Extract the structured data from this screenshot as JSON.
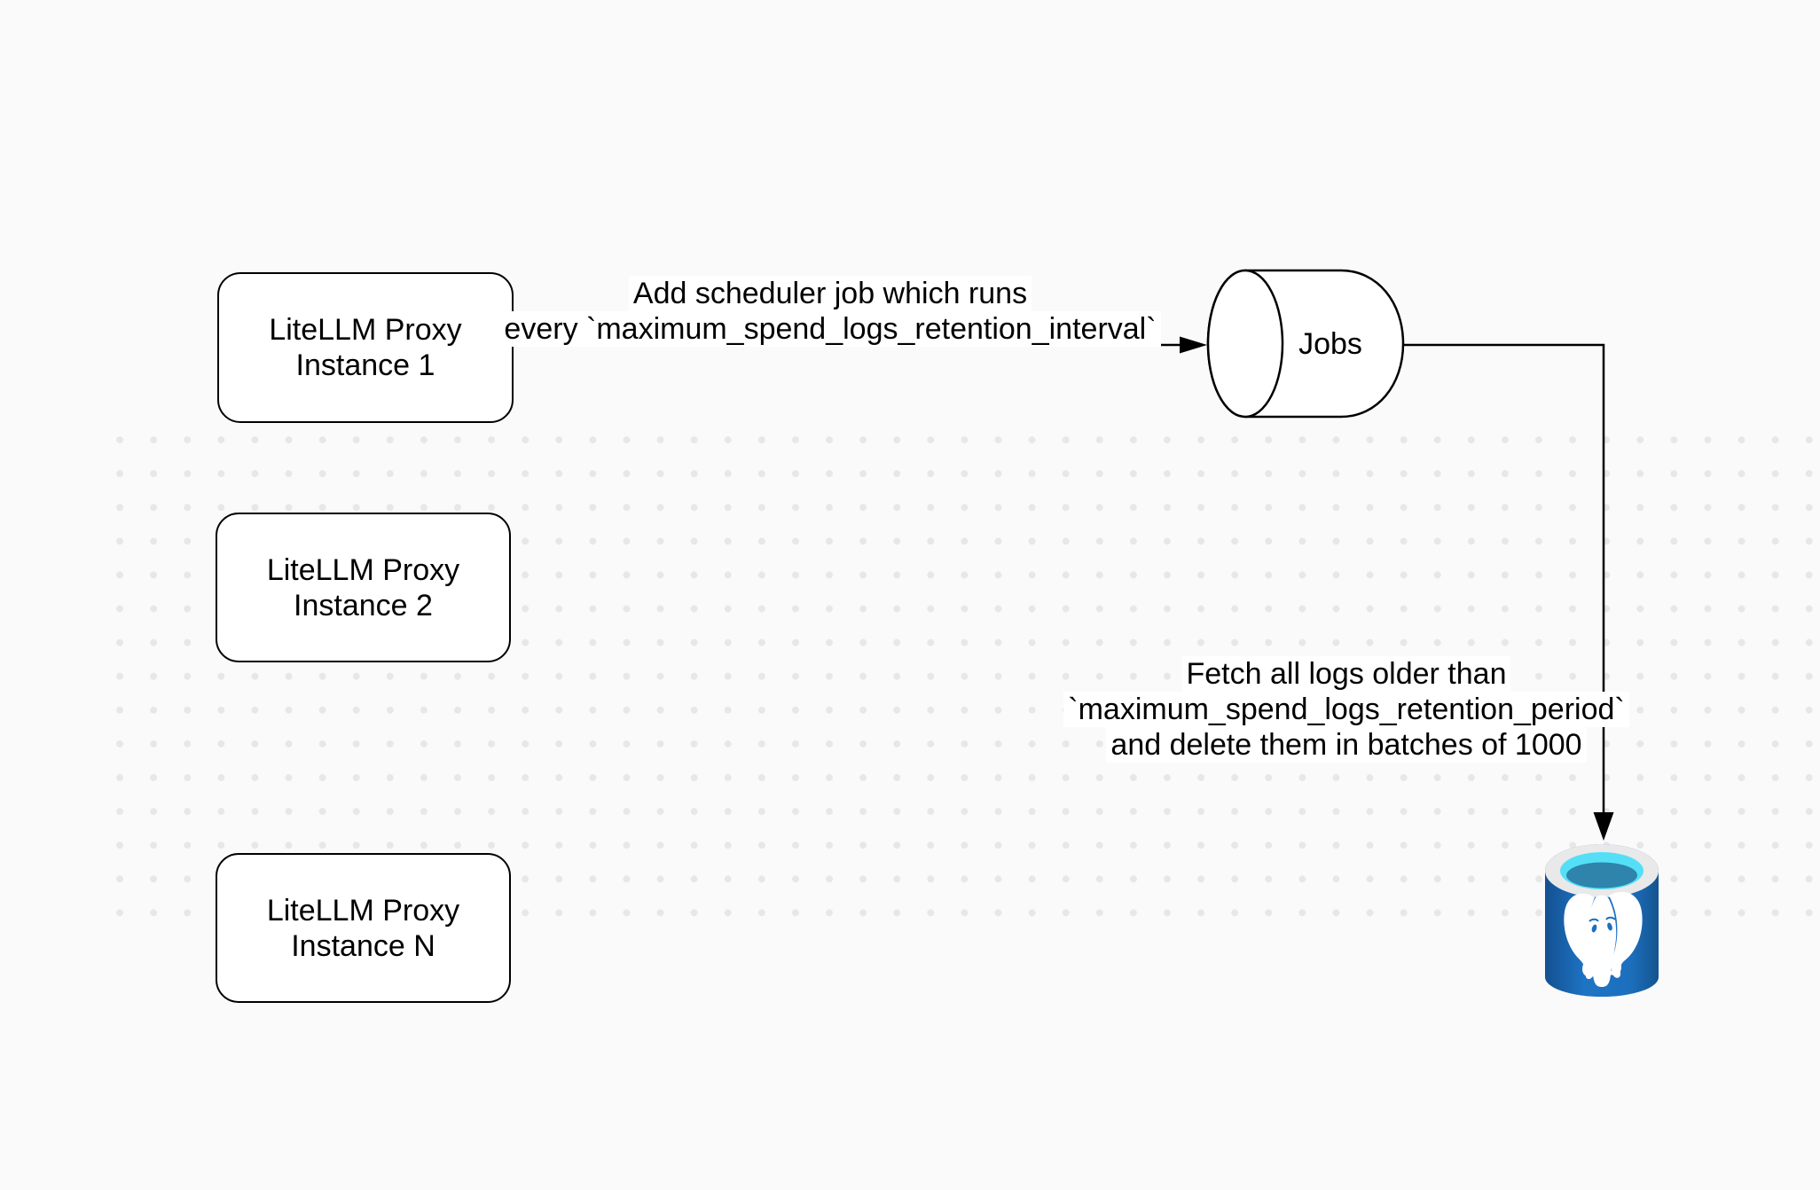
{
  "diagram": {
    "nodes": {
      "instance1": {
        "line1": "LiteLLM Proxy",
        "line2": "Instance 1"
      },
      "instance2": {
        "line1": "LiteLLM Proxy",
        "line2": "Instance 2"
      },
      "instanceN": {
        "line1": "LiteLLM Proxy",
        "line2": "Instance N"
      },
      "jobs": {
        "label": "Jobs"
      }
    },
    "edges": {
      "scheduler_job": {
        "line1": "Add scheduler job which runs",
        "line2": "every `maximum_spend_logs_retention_interval`"
      },
      "fetch_delete": {
        "line1": "Fetch all logs older than",
        "line2": "`maximum_spend_logs_retention_period`",
        "line3": "and delete them in batches of 1000"
      }
    },
    "icons": {
      "postgres": "postgresql-database",
      "jobs_queue": "queue-cylinder"
    },
    "colors": {
      "background": "#fafafa",
      "grid_dot": "#e7e7e7",
      "node_fill": "#ffffff",
      "stroke": "#000000",
      "postgres_blue": "#1c6fbe",
      "postgres_blue_dark": "#135091",
      "postgres_rim": "#e9e9e9",
      "postgres_cyan": "#55dff7",
      "postgres_liquid": "#2e84ab"
    }
  }
}
